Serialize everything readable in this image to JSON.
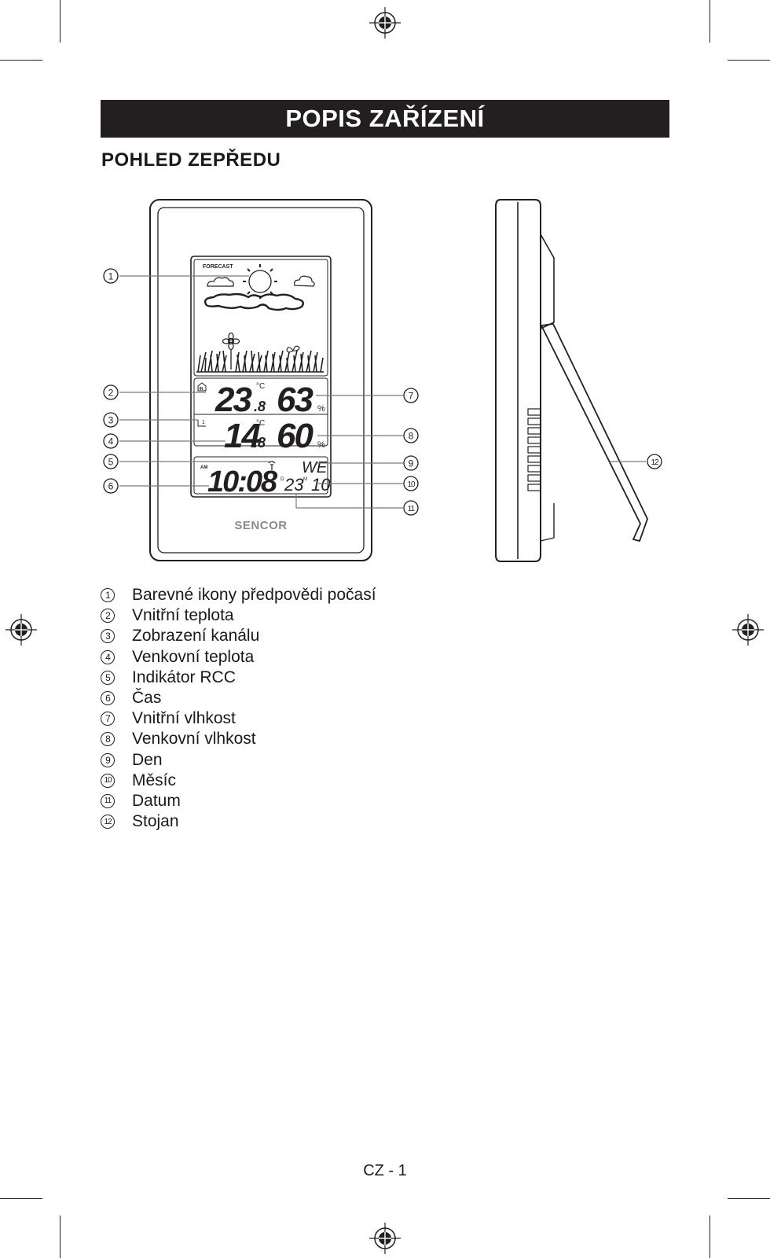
{
  "title": "POPIS ZAŘÍZENÍ",
  "section_heading": "POHLED ZEPŘEDU",
  "device": {
    "forecast_label": "FORECAST",
    "brand": "SENCOR",
    "indoor_temp_main": "23",
    "indoor_temp_decimal": ".8",
    "indoor_humidity": "63",
    "outdoor_temp_main": "14",
    "outdoor_temp_decimal": ".8",
    "outdoor_humidity": "60",
    "temp_unit": "°C",
    "humidity_unit": "%",
    "time": "10:08",
    "am_label": "AM",
    "day": "WE",
    "day_indicator": "D",
    "date": "23",
    "month_indicator": "M",
    "month": "10",
    "indoor_label": "IN",
    "channel_label": "1"
  },
  "callouts": [
    "1",
    "2",
    "3",
    "4",
    "5",
    "6",
    "7",
    "8",
    "9",
    "10",
    "11",
    "12"
  ],
  "legend": [
    {
      "num": "1",
      "label": "Barevné ikony předpovědi počasí"
    },
    {
      "num": "2",
      "label": "Vnitřní teplota"
    },
    {
      "num": "3",
      "label": "Zobrazení kanálu"
    },
    {
      "num": "4",
      "label": "Venkovní teplota"
    },
    {
      "num": "5",
      "label": "Indikátor RCC"
    },
    {
      "num": "6",
      "label": "Čas"
    },
    {
      "num": "7",
      "label": "Vnitřní vlhkost"
    },
    {
      "num": "8",
      "label": "Venkovní vlhkost"
    },
    {
      "num": "9",
      "label": "Den"
    },
    {
      "num": "10",
      "label": "Měsíc"
    },
    {
      "num": "11",
      "label": "Datum"
    },
    {
      "num": "12",
      "label": "Stojan"
    }
  ],
  "footer": "CZ - 1"
}
